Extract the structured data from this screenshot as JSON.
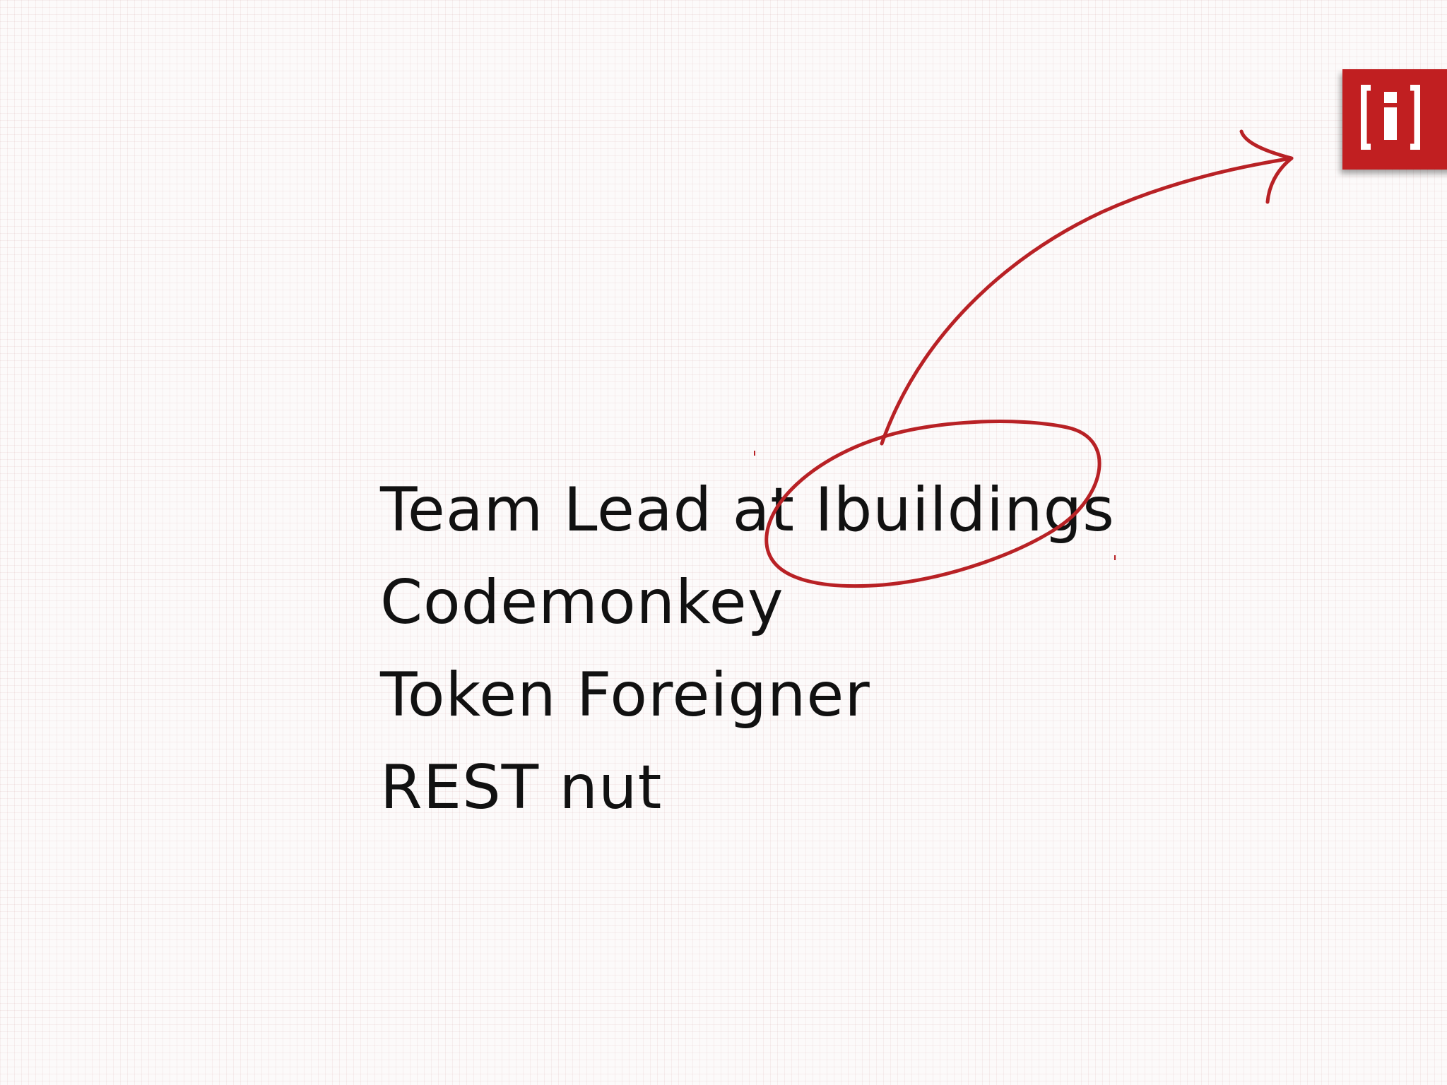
{
  "slide": {
    "lines": [
      "Team Lead at Ibuildings",
      "Codemonkey",
      "Token Foreigner",
      "REST nut"
    ]
  },
  "logo": {
    "name": "ibuildings-logo",
    "color": "#c11f21"
  },
  "annotation": {
    "color": "#b82125"
  }
}
